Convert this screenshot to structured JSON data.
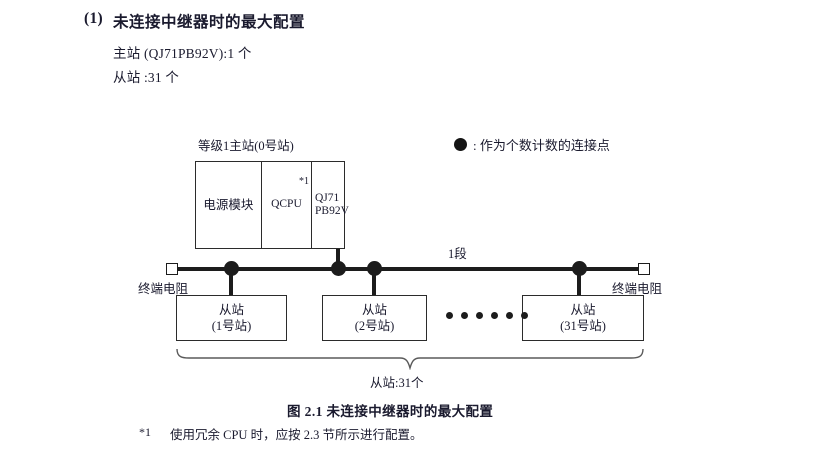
{
  "heading": {
    "number": "(1)",
    "title": "未连接中继器时的最大配置",
    "spec_master": "主站 (QJ71PB92V):1 个",
    "spec_slave": "从站 :31 个"
  },
  "legend": {
    "marker_icon": "filled-circle-icon",
    "text": ": 作为个数计数的连接点"
  },
  "diagram": {
    "master": {
      "caption": "等级1主站(0号站)",
      "cells": [
        {
          "label": "电源模块",
          "note": ""
        },
        {
          "label": "QCPU",
          "note": "*1"
        },
        {
          "label": "QJ71\nPB92V",
          "line1": "QJ71",
          "line2": "PB92V",
          "note": ""
        }
      ]
    },
    "segment_label": "1段",
    "terminator_left": "终端电阻",
    "terminator_right": "终端电阻",
    "terminator_icon": "square-outline-icon",
    "connection_dot_icon": "filled-circle-icon",
    "slaves": [
      {
        "line1": "从站",
        "line2": "(1号站)"
      },
      {
        "line1": "从站",
        "line2": "(2号站)"
      },
      {
        "line1": "从站",
        "line2": "(31号站)"
      }
    ],
    "ellipsis_dots": 6,
    "brace_label": "从站:31个"
  },
  "figure": {
    "caption": "图 2.1  未连接中继器时的最大配置"
  },
  "footnote": {
    "mark": "*1",
    "text": "使用冗余 CPU 时，应按 2.3 节所示进行配置。"
  },
  "colors": {
    "text": "#1a1a2e",
    "line": "#1c1c1c",
    "box_border": "#2b2b2b",
    "background": "#ffffff"
  }
}
